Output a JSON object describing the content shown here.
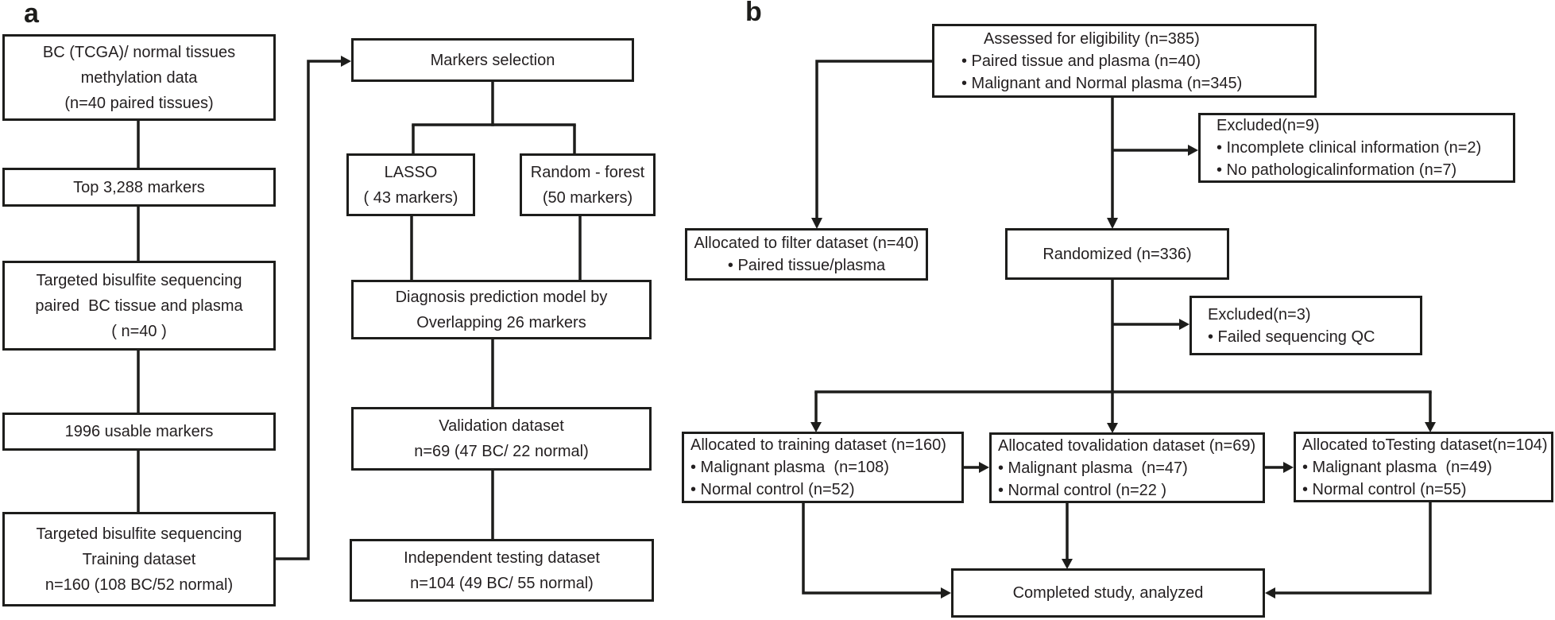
{
  "figure": {
    "panel_a_label": "a",
    "panel_b_label": "b"
  },
  "colors": {
    "line": "#1d1d1b",
    "text": "#231f20",
    "background": "#ffffff"
  },
  "panel_a": {
    "boxes": {
      "tcga_methylation": {
        "lines": [
          "BC (TCGA)/ normal tissues",
          "methylation data",
          "(n=40 paired tissues)"
        ]
      },
      "top_markers": {
        "lines": [
          "Top 3,288 markers"
        ]
      },
      "targeted_sequencing_paired": {
        "lines": [
          "Targeted bisulfite sequencing",
          "paired  BC tissue and plasma",
          "( n=40 )"
        ]
      },
      "usable_markers": {
        "lines": [
          "1996 usable markers"
        ]
      },
      "training_dataset": {
        "lines": [
          "Targeted bisulfite sequencing",
          "Training dataset",
          "n=160 (108 BC/52 normal)"
        ]
      },
      "markers_selection": {
        "lines": [
          "Markers selection"
        ]
      },
      "lasso": {
        "lines": [
          "LASSO",
          "( 43 markers)"
        ]
      },
      "random_forest": {
        "lines": [
          "Random - forest",
          "(50 markers)"
        ]
      },
      "diagnosis_model": {
        "lines": [
          "Diagnosis prediction model by",
          "Overlapping 26 markers"
        ]
      },
      "validation_dataset": {
        "lines": [
          "Validation dataset",
          "n=69 (47 BC/ 22 normal)"
        ]
      },
      "independent_testing": {
        "lines": [
          "Independent testing dataset",
          "n=104 (49 BC/ 55 normal)"
        ]
      }
    }
  },
  "panel_b": {
    "boxes": {
      "assessed": {
        "lines": [
          "Assessed for eligibility (n=385)",
          "• Paired tissue and plasma (n=40)",
          "• Malignant and Normal plasma (n=345)"
        ]
      },
      "excluded_9": {
        "lines": [
          "Excluded(n=9)",
          "• Incomplete clinical information (n=2)",
          "• No pathologicalinformation (n=7)"
        ]
      },
      "filter_dataset": {
        "lines": [
          "Allocated to filter dataset (n=40)",
          "• Paired tissue/plasma"
        ]
      },
      "randomized": {
        "lines": [
          "Randomized (n=336)"
        ]
      },
      "excluded_3": {
        "lines": [
          "Excluded(n=3)",
          "• Failed sequencing QC"
        ]
      },
      "training": {
        "lines": [
          "Allocated to training dataset (n=160)",
          "• Malignant plasma  (n=108)",
          "• Normal control (n=52)"
        ]
      },
      "validation": {
        "lines": [
          "Allocated tovalidation dataset (n=69)",
          "• Malignant plasma  (n=47)",
          "• Normal control (n=22 )"
        ]
      },
      "testing": {
        "lines": [
          "Allocated toTesting dataset(n=104)",
          "• Malignant plasma  (n=49)",
          "• Normal control (n=55)"
        ]
      },
      "completed": {
        "lines": [
          "Completed study, analyzed"
        ]
      }
    }
  }
}
